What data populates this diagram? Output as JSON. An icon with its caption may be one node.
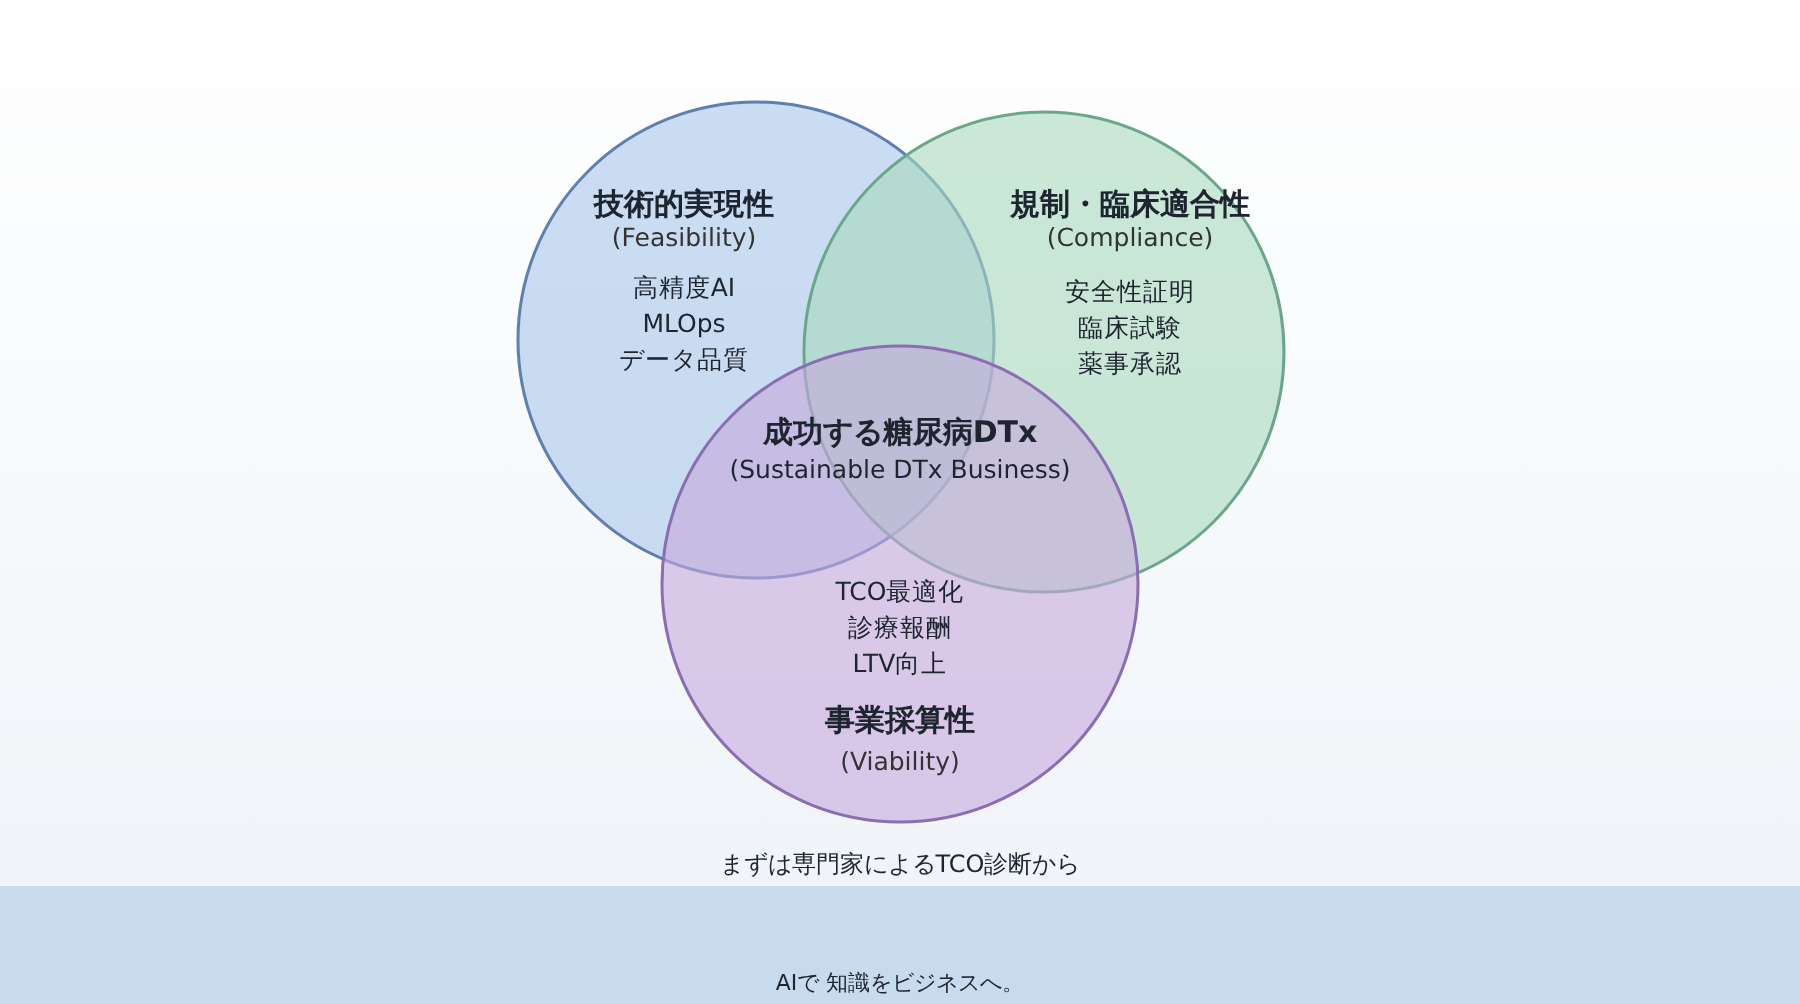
{
  "diagram": {
    "nodes": [
      {
        "text": [
          "技術的実現性",
          "(Feasibility)",
          "高精度AI",
          "MLOps",
          "データ品質"
        ]
      },
      {
        "text": [
          "規制・臨床適合性",
          "(Compliance)",
          "安全性証明",
          "臨床試験",
          "薬事承認"
        ]
      },
      {
        "text": [
          "TCO最適化",
          "診療報酬",
          "LTV向上",
          "事業採算性",
          "(Viability)"
        ]
      }
    ],
    "labels": [
      "成功する糖尿病DTx",
      "(Sustainable DTx Business)",
      "まずは専門家によるTCO診断から",
      "AIで 知識をビジネスへ。"
    ]
  }
}
